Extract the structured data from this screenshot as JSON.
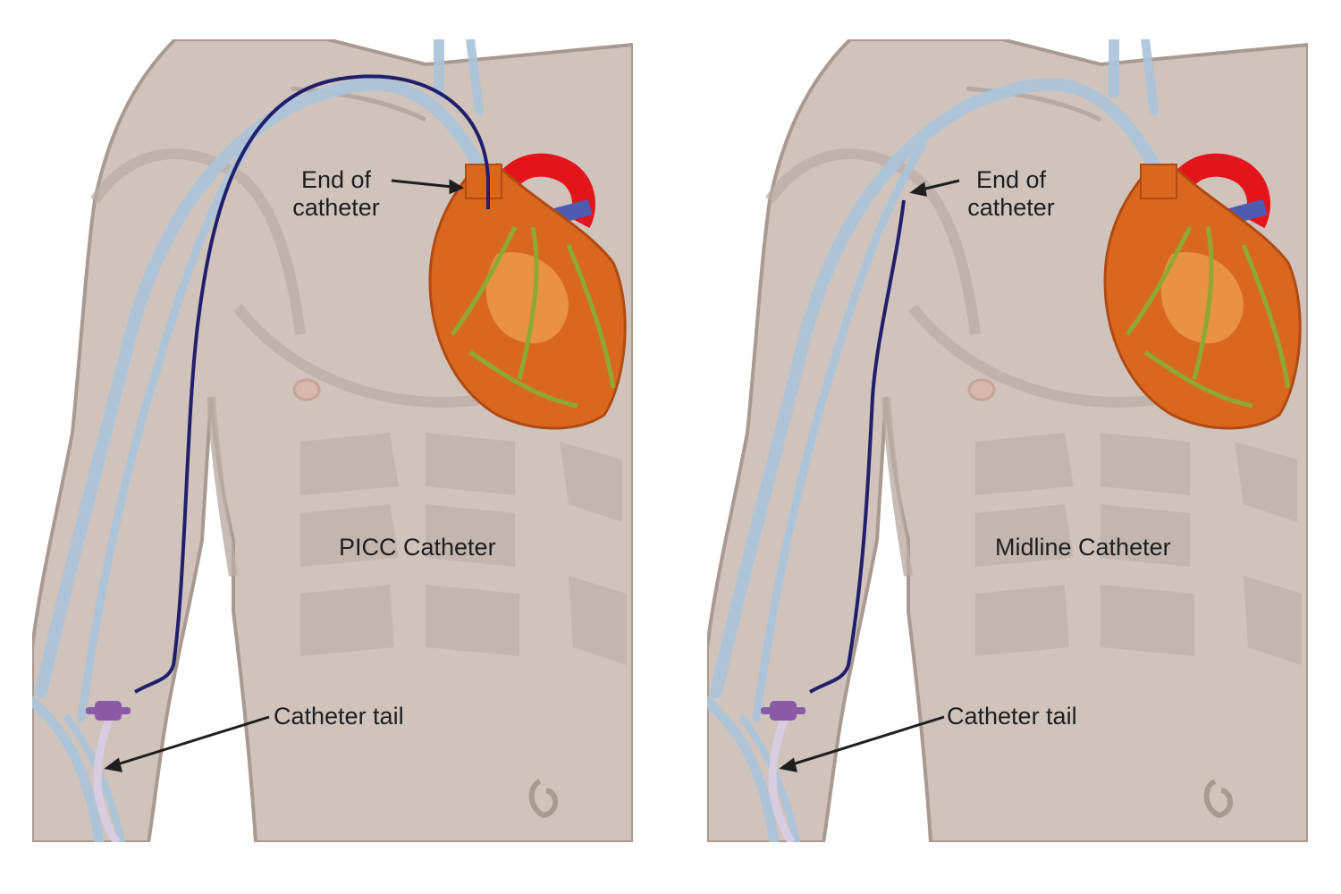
{
  "panels": [
    {
      "id": "picc",
      "title": "PICC Catheter",
      "end_label_line1": "End of",
      "end_label_line2": "catheter",
      "tail_label": "Catheter tail"
    },
    {
      "id": "midline",
      "title": "Midline Catheter",
      "end_label_line1": "End of",
      "end_label_line2": "catheter",
      "tail_label": "Catheter tail"
    }
  ],
  "colors": {
    "skin": "#cfc3bc",
    "skin_shadow": "#b9aca4",
    "body_outline": "#a89a91",
    "vein": "#a9c4dc",
    "catheter": "#1f1f6b",
    "heart": "#d9681e",
    "aorta": "#e3151b",
    "heart_vessels": "#8fa832",
    "vena_cava": "#4d5bb0",
    "connector": "#8a5aa6",
    "tail_tube": "#d8cde0"
  }
}
